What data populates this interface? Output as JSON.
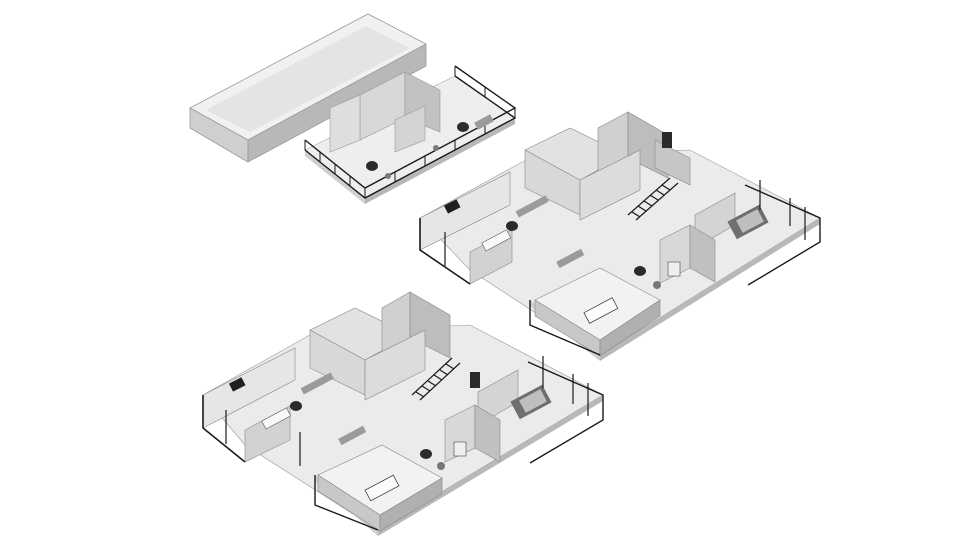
{
  "image": {
    "kind": "isometric-floor-plan-cutaway",
    "background_color": "#ffffff",
    "palette": {
      "top": "#f4f4f4",
      "left": "#d6d6d6",
      "right": "#bcbcbc",
      "floor": "#ebebeb",
      "rail": "#1a1a1a",
      "furniture": "#8a8a8a",
      "dark": "#2b2b2b"
    }
  },
  "floors": [
    {
      "id": "roof-terrace"
    },
    {
      "id": "upper-floor"
    },
    {
      "id": "lower-floor"
    }
  ]
}
